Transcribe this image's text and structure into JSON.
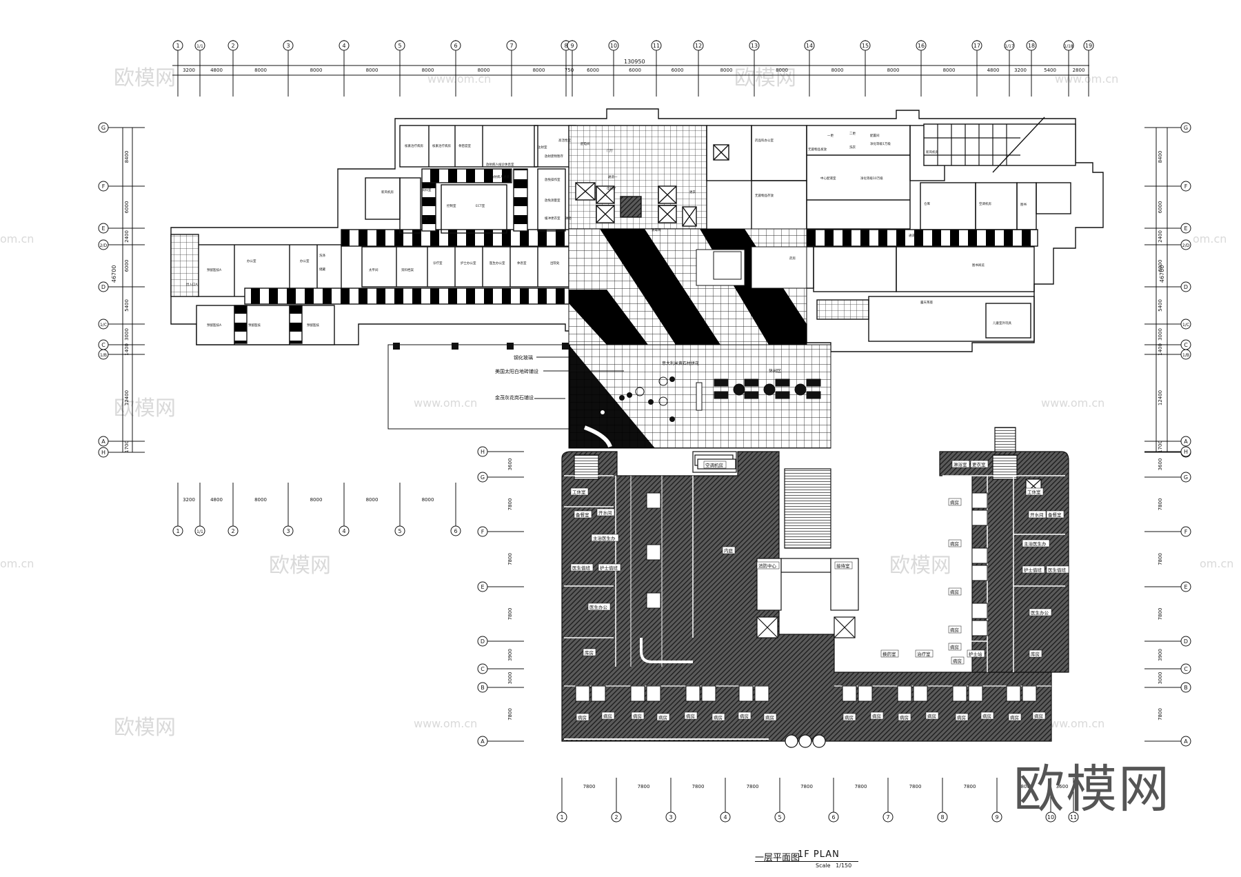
{
  "drawing": {
    "title_cn": "一层平面图",
    "title_en": "1F  PLAN",
    "scale_label": "Scale",
    "scale_value": "1/150",
    "watermark_big": "欧模网",
    "watermark_small": "欧模网",
    "watermark_url": "www.om.cn"
  },
  "top_axis": {
    "total": "130950",
    "labels": [
      "1",
      "1/1",
      "2",
      "3",
      "4",
      "5",
      "6",
      "7",
      "8",
      "9",
      "10",
      "11",
      "12",
      "13",
      "14",
      "15",
      "16",
      "17",
      "1/17",
      "18",
      "1/18",
      "19"
    ],
    "dims": [
      "3200",
      "4800",
      "8000",
      "8000",
      "8000",
      "8000",
      "8000",
      "8000",
      "750",
      "6000",
      "6000",
      "6000",
      "8000",
      "8000",
      "8000",
      "8000",
      "8000",
      "4800",
      "3200",
      "5400",
      "2800"
    ]
  },
  "left_axis": {
    "total": "46700",
    "labels": [
      "G",
      "F",
      "E",
      "2/D",
      "D",
      "1/C",
      "C",
      "1/B",
      "A",
      "H"
    ],
    "dims": [
      "8400",
      "6000",
      "2400",
      "6000",
      "5400",
      "3000",
      "1400",
      "12400",
      "1700"
    ]
  },
  "right_axis": {
    "total": "46700",
    "labels": [
      "G",
      "F",
      "E",
      "2/D",
      "D",
      "1/C",
      "C",
      "1/B",
      "A",
      "H"
    ],
    "dims": [
      "8400",
      "6000",
      "2400",
      "6000",
      "5400",
      "3000",
      "1400",
      "12400",
      "1700"
    ]
  },
  "mid_axis": {
    "labels": [
      "1",
      "1/1",
      "2",
      "3",
      "4",
      "5",
      "6"
    ],
    "dims": [
      "3200",
      "4800",
      "8000",
      "8000",
      "8000",
      "8000"
    ]
  },
  "ward_left_axis": {
    "labels": [
      "H",
      "G",
      "F",
      "E",
      "D",
      "C",
      "B",
      "A"
    ],
    "dims": [
      "3600",
      "7800",
      "7800",
      "7800",
      "3900",
      "3000",
      "7800"
    ]
  },
  "ward_right_axis": {
    "labels": [
      "H",
      "G",
      "F",
      "E",
      "D",
      "C",
      "B",
      "A"
    ],
    "dims": [
      "3600",
      "7800",
      "7800",
      "7800",
      "3900",
      "3000",
      "7800"
    ]
  },
  "bottom_axis": {
    "labels": [
      "1",
      "2",
      "3",
      "4",
      "5",
      "6",
      "7",
      "8",
      "9",
      "10",
      "11"
    ],
    "dims": [
      "7800",
      "7800",
      "7800",
      "7800",
      "7800",
      "7800",
      "7800",
      "7800",
      "7800",
      "3600"
    ]
  },
  "annotations": {
    "glass": "钢化玻璃",
    "white_tile": "美国太阳白地砖铺设",
    "granite": "金茂灰花岗石铺设",
    "marble": "意大利米黄石材拼花",
    "leisure": "休闲区"
  },
  "rooms": {
    "north_wing": [
      "核素治疗病房",
      "核素治疗病房",
      "骨密度室",
      "放射病人候诊休息室",
      "注射室",
      "高活性室",
      "放射废物暂存",
      "放免操作室",
      "放免测量室",
      "缓冲更衣室",
      "淋浴",
      "放射病人通道",
      "ECT室",
      "控制室",
      "资料室",
      "暗室",
      "新风机房",
      "配电间",
      "门厅",
      "通道一",
      "电梯厅",
      "消毒间",
      "更衣",
      "药品科办公室",
      "无菌物品存放",
      "无菌物品发放",
      "一更",
      "二更",
      "洗衣",
      "配置间",
      "净化等级1万级",
      "中心配液室",
      "净化等级10万级",
      "新风机房",
      "仓库",
      "空调机房",
      "图书",
      "通道"
    ],
    "west_wing": [
      "预留医技A",
      "办公室",
      "办公室",
      "洗涤",
      "储藏",
      "预留医技A",
      "预留医技",
      "预留医技",
      "出入口A",
      "太平间",
      "资料档案",
      "诊疗室",
      "护士办公室",
      "医生办公室",
      "休息室",
      "出院处"
    ],
    "east_wing": [
      "药房",
      "图书阅览",
      "露天茶座",
      "儿童室外玩具"
    ],
    "ward_left": [
      "工休室",
      "备餐室",
      "开水间",
      "主治医生办",
      "医生值班",
      "护士值班",
      "医生办公",
      "库房",
      "病房",
      "护士站",
      "治疗室",
      "换药室",
      "内庭",
      "空调机房"
    ],
    "ward_center": [
      "消防中心",
      "接待室"
    ],
    "ward_right": [
      "淋浴室",
      "更衣室",
      "病房",
      "病房",
      "病房",
      "病房",
      "病房",
      "病房",
      "工休室",
      "开水间",
      "备餐室",
      "主治医生办",
      "护士值班",
      "医生值班",
      "医生办公",
      "库房",
      "护士站",
      "治疗室",
      "换药室"
    ]
  },
  "colors": {
    "ink": "#111111",
    "hatch": "#3a3a3a",
    "tile_line": "#222222",
    "watermark": "#d9d9d9",
    "paper": "#ffffff"
  }
}
